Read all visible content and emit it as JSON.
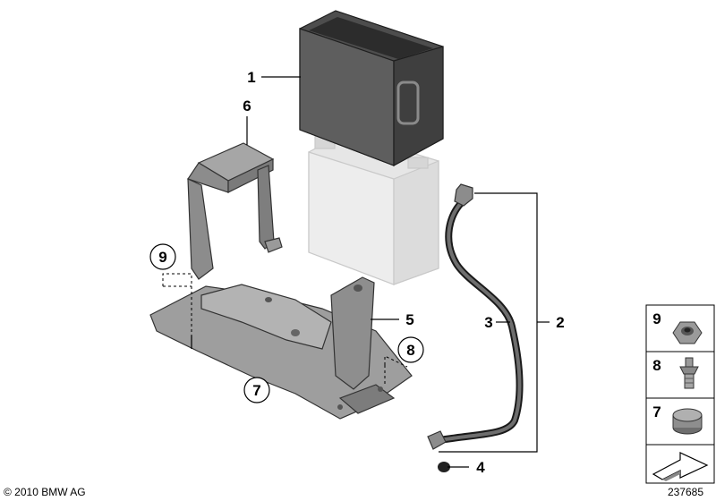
{
  "callouts": {
    "c1": "1",
    "c2": "2",
    "c3": "3",
    "c4": "4",
    "c5": "5",
    "c6": "6",
    "c7": "7",
    "c8": "8",
    "c9": "9"
  },
  "legend": {
    "item9": "9",
    "item8": "8",
    "item7": "7"
  },
  "footer": {
    "copyright": "© 2010 BMW AG",
    "diagram_number": "237685"
  }
}
